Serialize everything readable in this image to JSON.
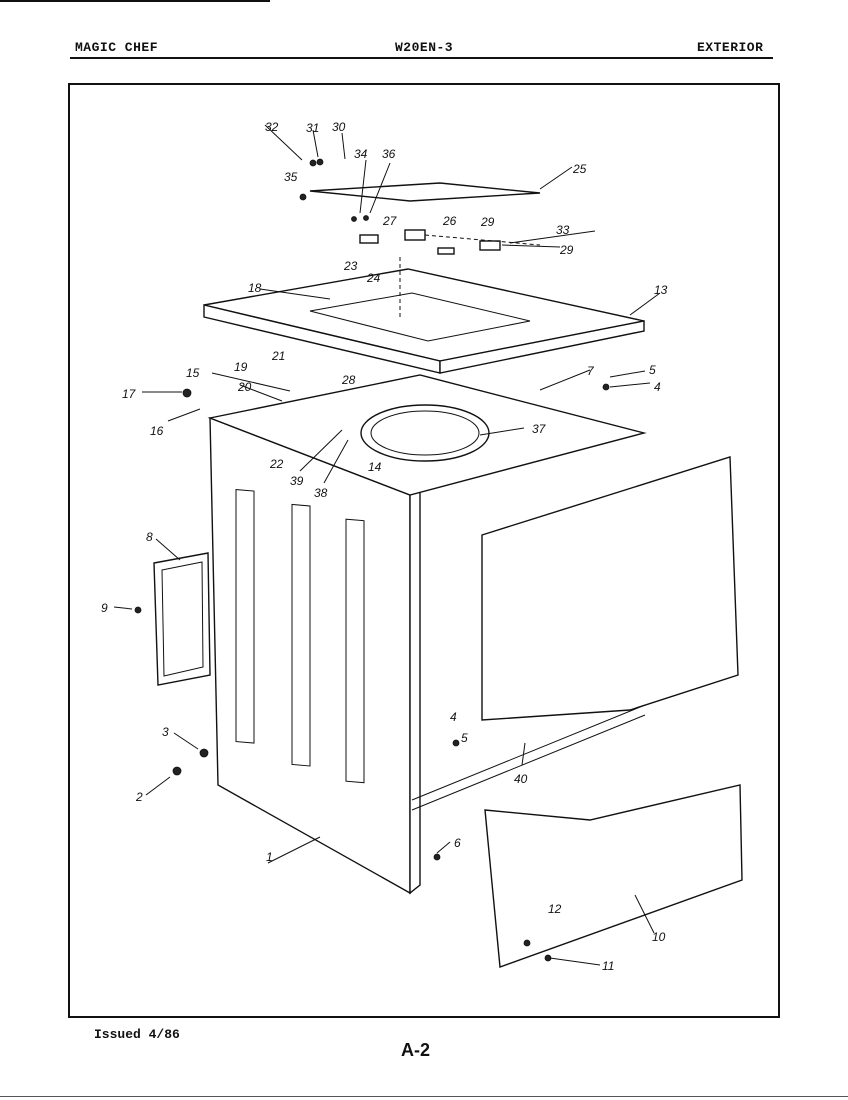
{
  "header": {
    "brand": "MAGIC CHEF",
    "model": "W20EN-3",
    "section": "EXTERIOR"
  },
  "footer": {
    "issued": "Issued 4/86",
    "page": "A-2"
  },
  "callouts": [
    "1",
    "2",
    "3",
    "4",
    "5",
    "6",
    "7",
    "8",
    "9",
    "10",
    "11",
    "12",
    "13",
    "14",
    "15",
    "16",
    "17",
    "18",
    "19",
    "20",
    "21",
    "22",
    "23",
    "24",
    "25",
    "26",
    "27",
    "28",
    "29",
    "30",
    "31",
    "32",
    "33",
    "34",
    "35",
    "36",
    "37",
    "38",
    "39",
    "40"
  ]
}
